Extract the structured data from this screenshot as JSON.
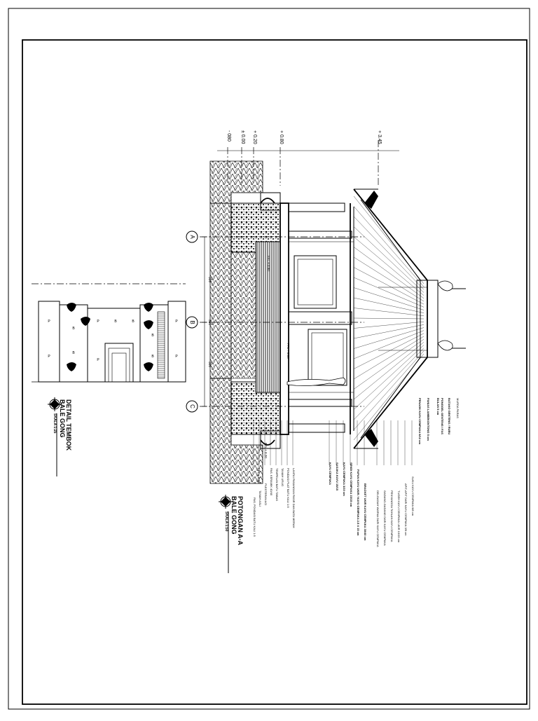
{
  "section_title": {
    "line1": "POTONGAN A-A",
    "line2": "BALE GONG",
    "scale": "SKALA 1:50"
  },
  "detail_title": {
    "line1": "DETAIL TEMBOK",
    "line2": "BALE GONG",
    "scale": "SKALA 1:25"
  },
  "levels": [
    "- 080",
    "± 0.00",
    "+ 0.20",
    "+ 0.80",
    "+ 3.45"
  ],
  "grid_axes": [
    "A",
    "B",
    "C"
  ],
  "dimensions": [
    "300",
    "300",
    "300"
  ],
  "floor_tags": [
    "FFL + 0.80",
    "FFL + 0.80",
    "FFL + 0.20",
    "FFL ± 0.00"
  ],
  "detail_letters": [
    "P",
    "P",
    "B",
    "B",
    "P",
    "P",
    "B",
    "B",
    "B",
    "B",
    "P",
    "P"
  ],
  "right_notes": [
    "MURDA PARAS",
    "BATAKO GENTENG / RUBU",
    "PONGGEL GENTENG / FAS",
    "BULAN 5 cm",
    "PANIAS LAMBEKONTONG 5 cm",
    "PENAOK KAYU CEMPAKA 6/12 cm",
    "SUKU KAYU CEMPAKA 6/8 cm",
    "APIT-APIT DARI KAYU CEMPAKA 3/6 cm",
    "TUGEH KAYU CEMPAKA UKIR 10/15 cm",
    "PENYANGGA TAHLAN KAYU CEMPAKA",
    "GADANG-GADANG DARI KAYU CEMPAKA",
    "DELGAGAH WARNA DARI KAYU CEMPAKA"
  ],
  "bottom_notes_left": [
    "LANTAI PASANGAN PASIR DAN BATA MERAH",
    "PONDASI PLAT BATU KALI 1:5",
    "TANAH URUG",
    "TEMPELAN BATU TABAS",
    "PAS. KERAMIK 40/40",
    "PLESTERAN ACI",
    "TANAH ASLI",
    "PAS. PONDASI BATU KALI 1:5"
  ],
  "bottom_notes_right": [
    "BRACKET UKIR KAYU CEMPAKA 30/40 cm",
    "PAPAN KAYU UKIR / KAYU CEMPAKA 2.5 X 15 cm",
    "SENDI KAYU CEMPAKA 15/15 cm",
    "KAYU CEMPAKA 3/10 cm",
    "SASAKA KAYU 15/15",
    "KAYU CEMPAKA"
  ],
  "colors": {
    "ink": "#000000",
    "paper": "#ffffff"
  }
}
